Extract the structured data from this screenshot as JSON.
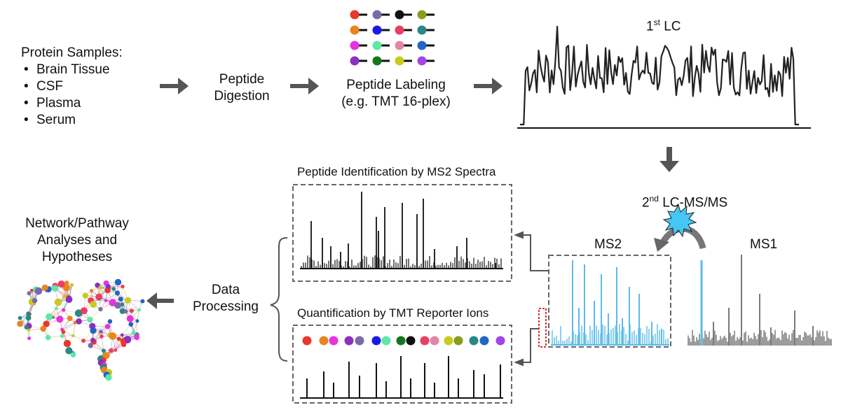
{
  "samples": {
    "title": "Protein Samples:",
    "items": [
      "Brain Tissue",
      "CSF",
      "Plasma",
      "Serum"
    ]
  },
  "digestion": {
    "line1": "Peptide",
    "line2": "Digestion"
  },
  "labeling": {
    "line1": "Peptide Labeling",
    "line2": "(e.g. TMT 16-plex)"
  },
  "lc1": {
    "prefix": "1",
    "sup": "st",
    "suffix": " LC"
  },
  "lc2": {
    "prefix": "2",
    "sup": "nd",
    "suffix": " LC-MS/MS"
  },
  "ms2_label": "MS2",
  "ms1_label": "MS1",
  "identification_title": "Peptide Identification by MS2 Spectra",
  "quantification_title": "Quantification by TMT Reporter Ions",
  "data_processing": {
    "line1": "Data",
    "line2": "Processing"
  },
  "network": {
    "line1": "Network/Pathway",
    "line2": "Analyses and",
    "line3": "Hypotheses"
  },
  "colors": {
    "arrow": "#555555",
    "ms2_peaks": "#5bbbe8",
    "ms1_peaks": "#7a7a7a",
    "highlight_box": "#e03030",
    "burst": "#45c6f5",
    "tmt_tags": [
      "#e8382b",
      "#e98421",
      "#e832e0",
      "#8d2fbf",
      "#7b6aa8",
      "#1a1ae6",
      "#5de8a6",
      "#15761d",
      "#111111",
      "#e83f63",
      "#e585a6",
      "#c9cb1c",
      "#8a9d1e",
      "#2a8687",
      "#2166c3",
      "#a046e6"
    ]
  }
}
